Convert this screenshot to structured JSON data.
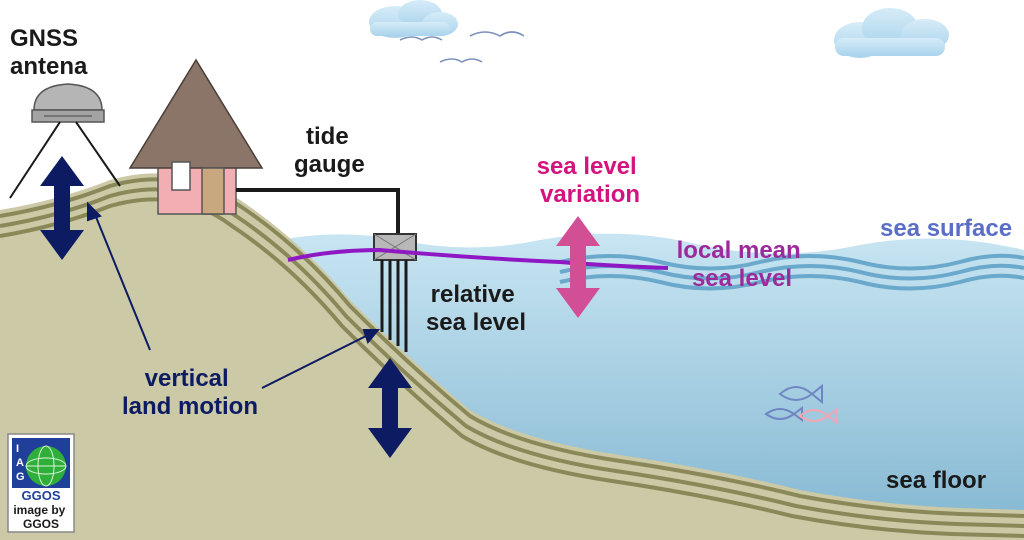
{
  "labels": {
    "gnss_line1": "GNSS",
    "gnss_line2": "antena",
    "tide_line1": "tide",
    "tide_line2": "gauge",
    "variation_line1": "sea level",
    "variation_line2": "variation",
    "sea_surface": "sea surface",
    "mean_line1": "local mean",
    "mean_line2": "sea level",
    "relative_line1": "relative",
    "relative_line2": "sea level",
    "vlm_line1": "vertical",
    "vlm_line2": "land motion",
    "sea_floor": "sea floor"
  },
  "logo": {
    "letters": [
      "I",
      "A",
      "G",
      "GGOS"
    ],
    "credit_line1": "image by",
    "credit_line2": "GGOS"
  },
  "colors": {
    "sky": "#ffffff",
    "land": "#c9c7a3",
    "strata": "#8c8a5c",
    "water_top": "#c6e3f0",
    "water_bottom": "#7fb4cf",
    "wave": "#5f9fc4",
    "motion_arrow": "#0d1b63",
    "variation_arrow": "#d24f95",
    "mean_line": "#8f18c4",
    "variation_text": "#d4137e",
    "sea_surface_text": "#5a6ec8",
    "mean_text": "#9b2a9b",
    "house_wall": "#f2aeb3",
    "roof": "#8a7568",
    "text_dark": "#1a1a1a"
  }
}
